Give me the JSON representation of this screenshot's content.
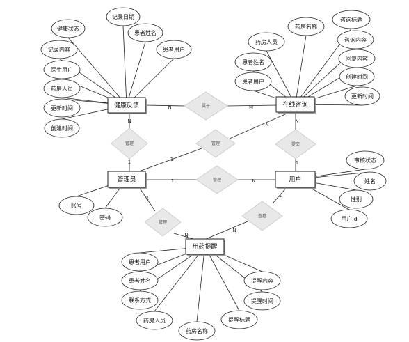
{
  "entities": {
    "health_feedback": "健康反馈",
    "online_consult": "在线咨询",
    "admin": "管理员",
    "user": "用户",
    "medication_reminder": "用药提醒"
  },
  "relationships": {
    "belongs_to": "属于",
    "manage_feedback": "管理",
    "manage_consult": "管理",
    "submit": "提交",
    "manage_user": "管理",
    "manage_reminder": "管理",
    "view": "查看"
  },
  "attributes": {
    "health_feedback": [
      "健康状态",
      "记录日期",
      "患者姓名",
      "患者用户",
      "记录内容",
      "医生用户",
      "药房人员",
      "更新时间",
      "创建时间"
    ],
    "online_consult": [
      "药房名称",
      "咨询标题",
      "药房人员",
      "咨询内容",
      "患者姓名",
      "回复内容",
      "患者用户",
      "创建时间",
      "更新时间"
    ],
    "admin": [
      "账号",
      "密码"
    ],
    "user": [
      "审核状态",
      "姓名",
      "性别",
      "用户id"
    ],
    "medication_reminder": [
      "患者用户",
      "患者姓名",
      "联系方式",
      "药房人员",
      "药房名称",
      "提醒标题",
      "提醒内容",
      "提醒时间"
    ]
  },
  "cardinality": {
    "feedback_belongs": "N",
    "consult_belongs": "M",
    "feedback_admin": "N",
    "admin_feedback": "1",
    "admin_consult": "1",
    "consult_admin": "N",
    "consult_submit": "N",
    "user_submit": "1",
    "admin_user": "1",
    "user_admin": "N",
    "admin_reminder": "1",
    "reminder_admin": "N",
    "user_view": "1",
    "reminder_view": "N"
  }
}
